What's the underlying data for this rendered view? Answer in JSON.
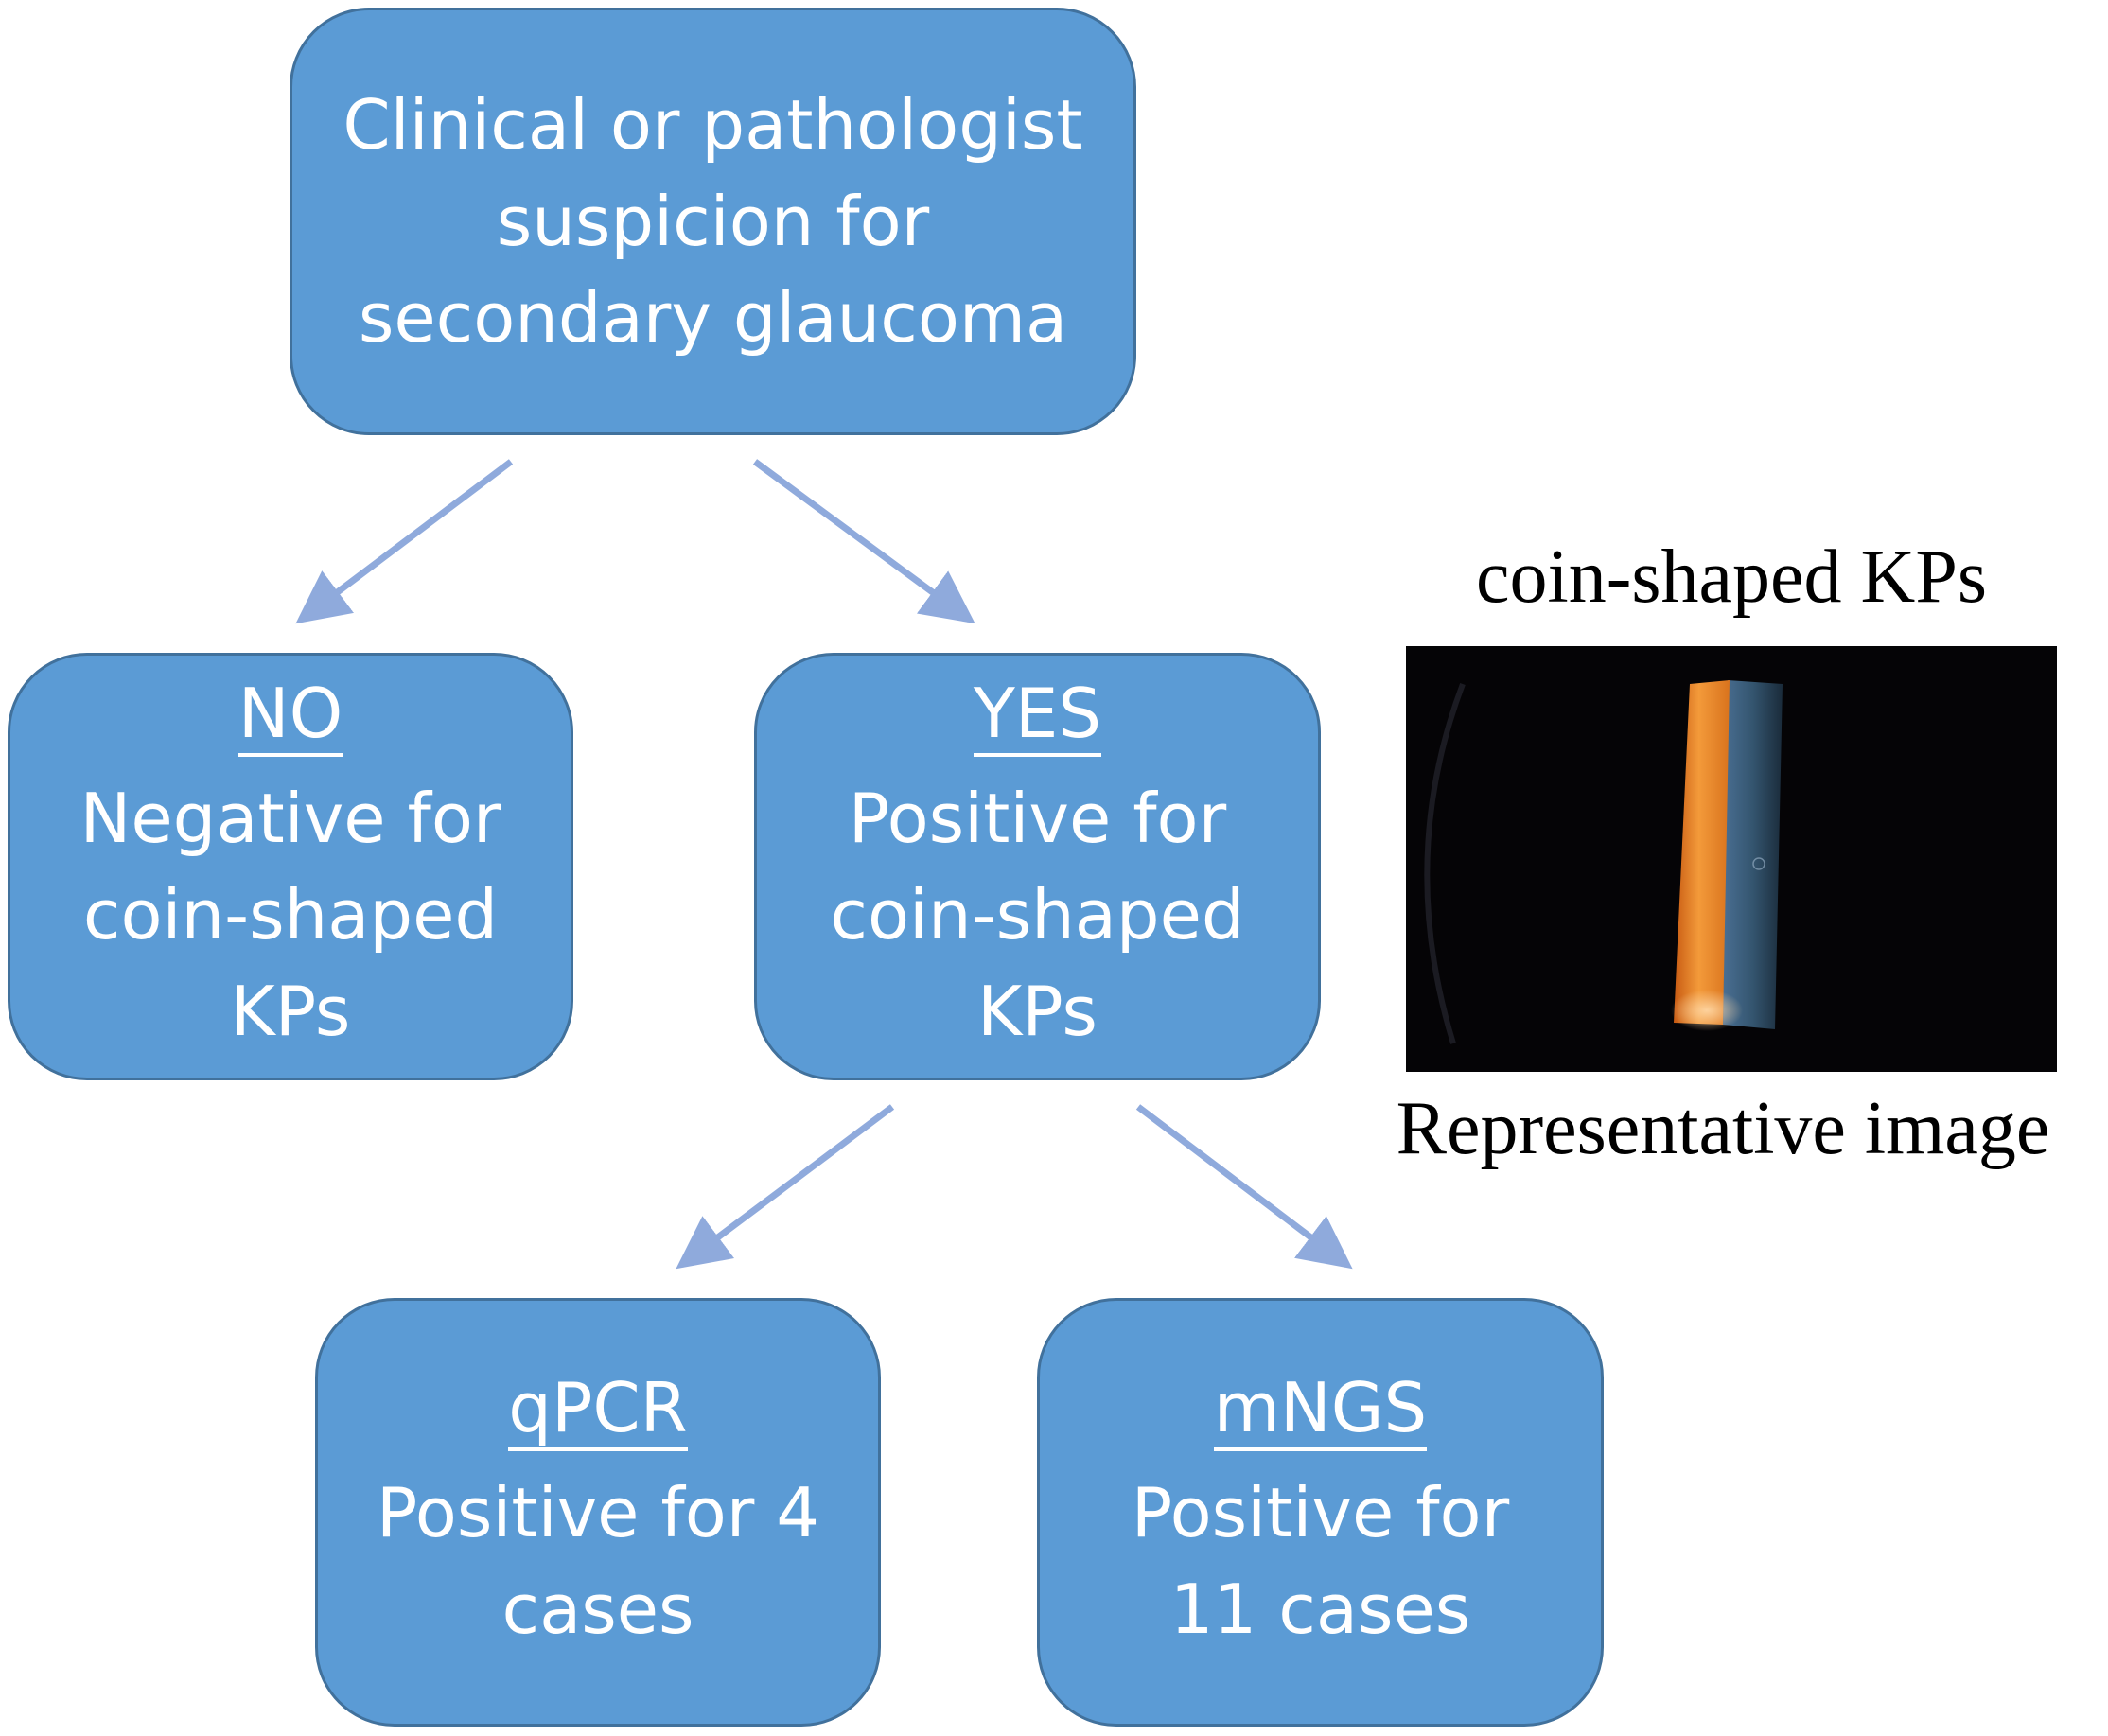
{
  "colors": {
    "box_fill": "#5b9bd5",
    "box_border": "#41719c",
    "arrow": "#8faadc",
    "box_text": "#ffffff"
  },
  "root": {
    "lines": [
      "Clinical or pathologist",
      "suspicion for",
      "secondary glaucoma"
    ]
  },
  "no_box": {
    "heading": "NO",
    "lines": [
      "Negative for",
      "coin-shaped",
      "KPs"
    ]
  },
  "yes_box": {
    "heading": "YES",
    "lines": [
      "Positive for",
      "coin-shaped",
      "KPs"
    ]
  },
  "qpcr_box": {
    "heading": "qPCR",
    "lines": [
      "Positive for 4",
      "cases"
    ]
  },
  "mngs_box": {
    "heading": "mNGS",
    "lines": [
      "Positive for",
      "11 cases"
    ]
  },
  "image_panel": {
    "title": "coin-shaped KPs",
    "caption": "Representative image"
  }
}
